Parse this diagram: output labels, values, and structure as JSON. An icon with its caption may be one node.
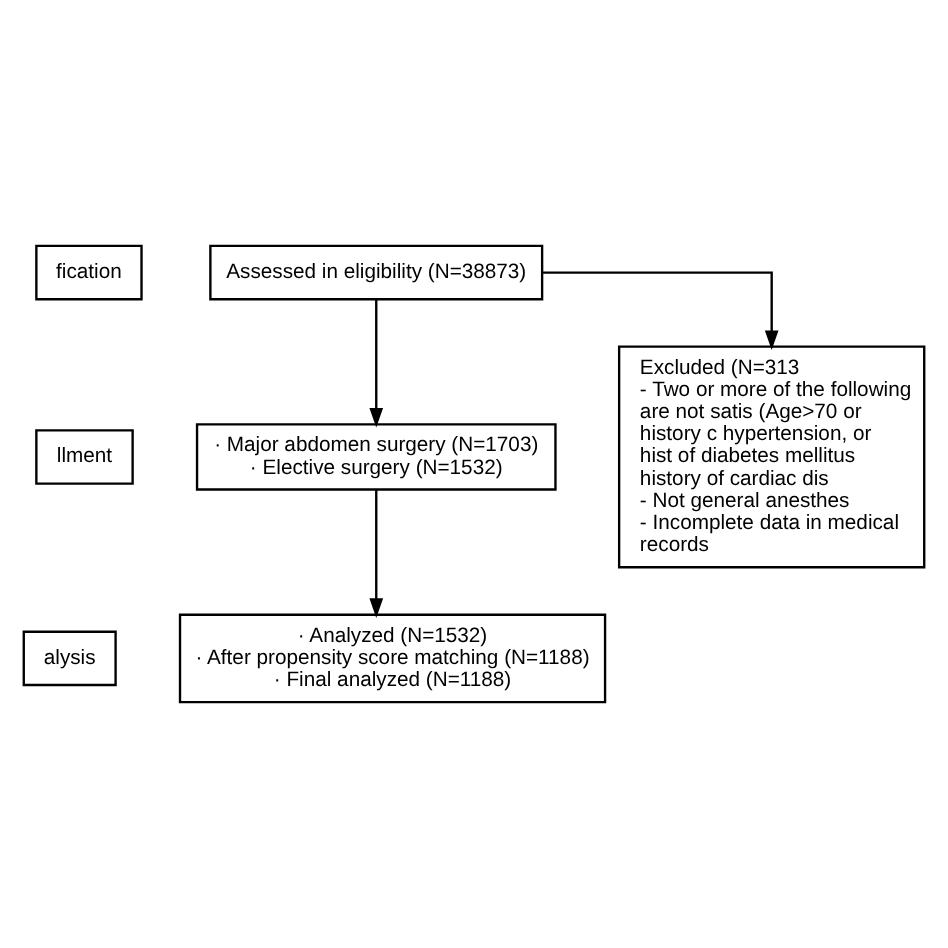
{
  "diagram": {
    "nodes": [
      {
        "text": [
          "fication"
        ]
      },
      {
        "text": [
          "Assessed in eligibility (N=38873)"
        ]
      },
      {
        "text": [
          "Excluded (N=313",
          "- Two or more of the following are not satis (Age>70 or history c hypertension, or hist of diabetes mellitus history of cardiac dis",
          "- Not general anesthes",
          "- Incomplete data in medical records"
        ]
      },
      {
        "text": [
          "llment"
        ]
      },
      {
        "text": [
          "· Major abdomen surgery (N=1703)",
          "· Elective surgery (N=1532)"
        ]
      },
      {
        "text": [
          "alysis"
        ]
      },
      {
        "text": [
          "· Analyzed (N=1532)",
          "· After propensity score matching (N=1188)",
          "· Final analyzed (N=1188)"
        ]
      }
    ],
    "edges": [
      {
        "from": 1,
        "to": 2,
        "arrow": "to"
      },
      {
        "from": 1,
        "to": 4,
        "arrow": "to"
      },
      {
        "from": 4,
        "to": 6,
        "arrow": "to"
      }
    ]
  }
}
